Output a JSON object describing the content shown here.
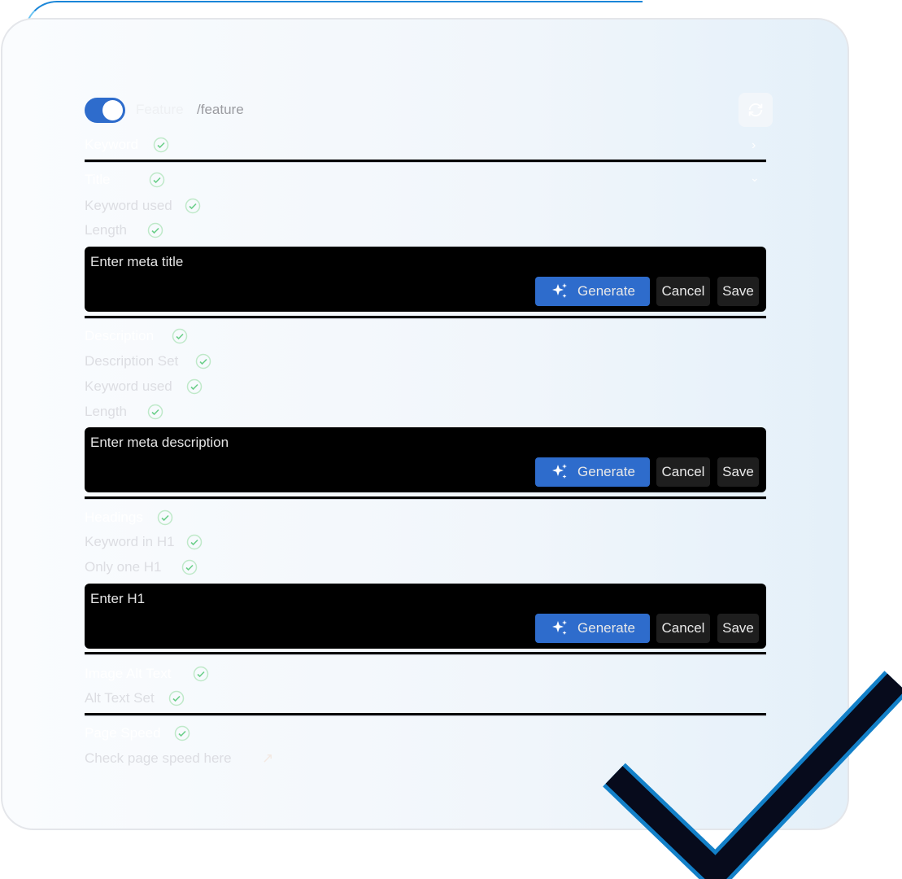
{
  "header": {
    "toggle_on": true,
    "page_name": "Feature",
    "page_path": "/feature",
    "refresh_icon": "refresh-icon"
  },
  "sections": {
    "keyword": {
      "heading": "Keyword"
    },
    "title": {
      "heading": "Title",
      "checks": [
        "Keyword used",
        "Length"
      ],
      "placeholder": "Enter meta title"
    },
    "description": {
      "heading": "Description",
      "checks": [
        "Description Set",
        "Keyword used",
        "Length"
      ],
      "placeholder": "Enter meta description"
    },
    "headings": {
      "heading": "Headings",
      "checks": [
        "Keyword in H1",
        "Only one H1"
      ],
      "placeholder": "Enter H1"
    },
    "alt": {
      "heading": "Image Alt Text",
      "checks": [
        "Alt Text Set"
      ]
    },
    "speed": {
      "heading": "Page Speed",
      "link": "Check page speed here"
    }
  },
  "buttons": {
    "generate": "Generate",
    "cancel": "Cancel",
    "save": "Save"
  },
  "colors": {
    "accent": "#2e6ccc",
    "check": "#7fd69a",
    "input_bg": "#000000"
  }
}
